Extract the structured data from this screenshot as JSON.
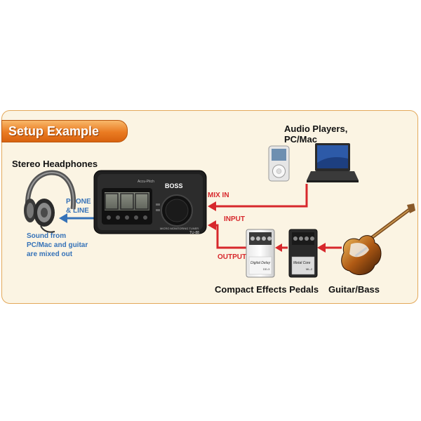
{
  "title": "Setup Example",
  "labels": {
    "stereo_headphones": "Stereo Headphones",
    "audio_players_line1": "Audio Players,",
    "audio_players_line2": "PC/Mac",
    "compact_effects_pedals": "Compact Effects Pedals",
    "guitar_bass": "Guitar/Bass",
    "phone_line_1": "PHONE",
    "phone_line_2": "& LINE",
    "sound_from_1": "Sound from",
    "sound_from_2": "PC/Mac and guitar",
    "sound_from_3": "are mixed out",
    "mix_in": "MIX IN",
    "input": "INPUT",
    "output": "OUTPUT"
  },
  "device": {
    "brand": "BOSS",
    "model": "TU-88",
    "subtitle": "MICRO MONITORING TUNER",
    "accu_pitch": "Accu-Pitch"
  },
  "pedals": [
    {
      "name": "Digital Delay",
      "code": "DD-3"
    },
    {
      "name": "Metal Core",
      "code": "ML-2"
    }
  ],
  "colors": {
    "panel_border": "#e3a85a",
    "panel_fill": "#fbf4e3",
    "tab_orange": "#ea7b22",
    "arrow_red": "#d7282c",
    "arrow_blue": "#3572b8"
  }
}
